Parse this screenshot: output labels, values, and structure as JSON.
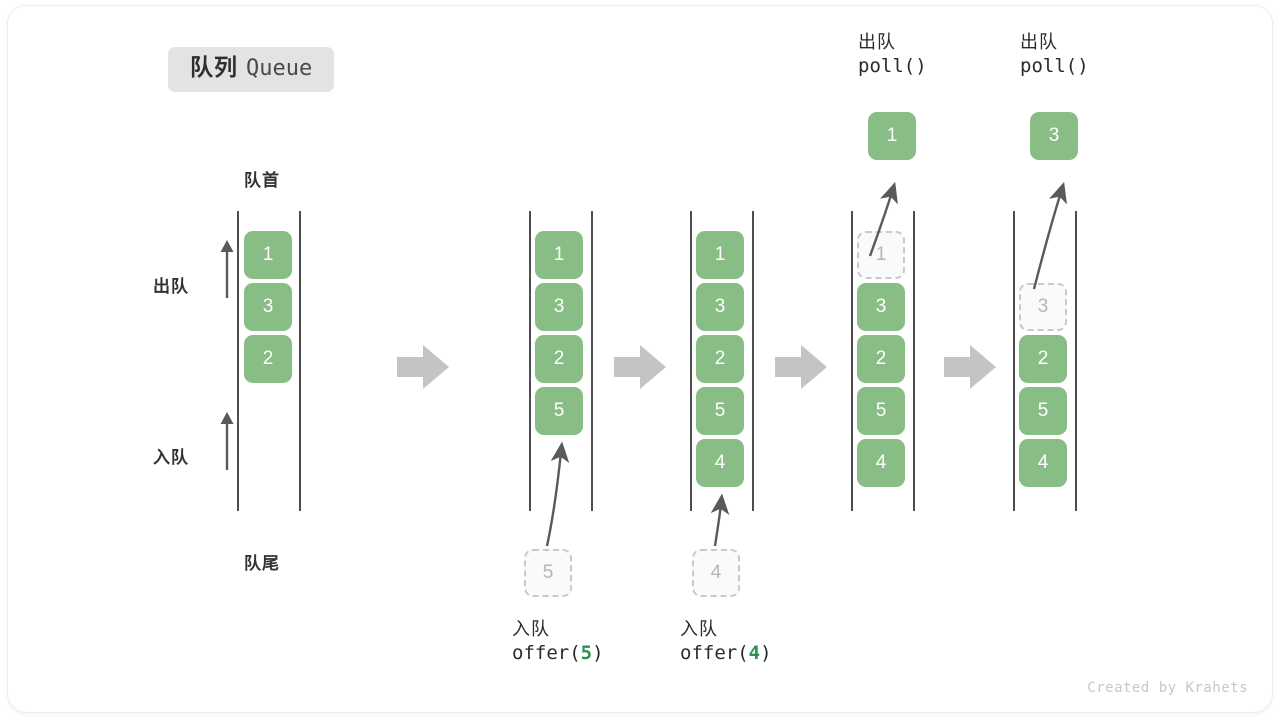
{
  "title": {
    "cn": "队列",
    "en": "Queue"
  },
  "labels": {
    "front": "队首",
    "rear": "队尾",
    "dequeue": "出队",
    "enqueue": "入队"
  },
  "colors": {
    "element_green": "#88bd86",
    "ghost_fill": "#fafafa",
    "ghost_border": "#c9c9c9",
    "rail": "#4d4d4d",
    "step_arrow": "#c4c4c4",
    "badge_bg": "#e3e3e3",
    "code_arg_green": "#2f8f4e",
    "text_dark": "#2b2b2b",
    "footer_gray": "#c8c8c8"
  },
  "columns": [
    {
      "id": "initial",
      "caption_cn": "",
      "caption_code": "",
      "cells": [
        {
          "value": "1",
          "state": "filled"
        },
        {
          "value": "3",
          "state": "filled"
        },
        {
          "value": "2",
          "state": "filled"
        }
      ]
    },
    {
      "id": "offer-5",
      "caption_cn": "入队",
      "caption_code_prefix": "offer(",
      "caption_code_arg": "5",
      "caption_code_suffix": ")",
      "incoming": {
        "value": "5"
      },
      "cells": [
        {
          "value": "1",
          "state": "filled"
        },
        {
          "value": "3",
          "state": "filled"
        },
        {
          "value": "2",
          "state": "filled"
        },
        {
          "value": "5",
          "state": "filled"
        }
      ]
    },
    {
      "id": "offer-4",
      "caption_cn": "入队",
      "caption_code_prefix": "offer(",
      "caption_code_arg": "4",
      "caption_code_suffix": ")",
      "incoming": {
        "value": "4"
      },
      "cells": [
        {
          "value": "1",
          "state": "filled"
        },
        {
          "value": "3",
          "state": "filled"
        },
        {
          "value": "2",
          "state": "filled"
        },
        {
          "value": "5",
          "state": "filled"
        },
        {
          "value": "4",
          "state": "filled"
        }
      ]
    },
    {
      "id": "poll-1",
      "caption_cn": "出队",
      "caption_code_prefix": "poll(",
      "caption_code_arg": "",
      "caption_code_suffix": ")",
      "outgoing": {
        "value": "1"
      },
      "cells": [
        {
          "value": "1",
          "state": "ghost"
        },
        {
          "value": "3",
          "state": "filled"
        },
        {
          "value": "2",
          "state": "filled"
        },
        {
          "value": "5",
          "state": "filled"
        },
        {
          "value": "4",
          "state": "filled"
        }
      ]
    },
    {
      "id": "poll-3",
      "caption_cn": "出队",
      "caption_code_prefix": "poll(",
      "caption_code_arg": "",
      "caption_code_suffix": ")",
      "outgoing": {
        "value": "3"
      },
      "cells": [
        {
          "value": "3",
          "state": "ghost"
        },
        {
          "value": "2",
          "state": "filled"
        },
        {
          "value": "5",
          "state": "filled"
        },
        {
          "value": "4",
          "state": "filled"
        }
      ]
    }
  ],
  "footer": "Created by Krahets"
}
